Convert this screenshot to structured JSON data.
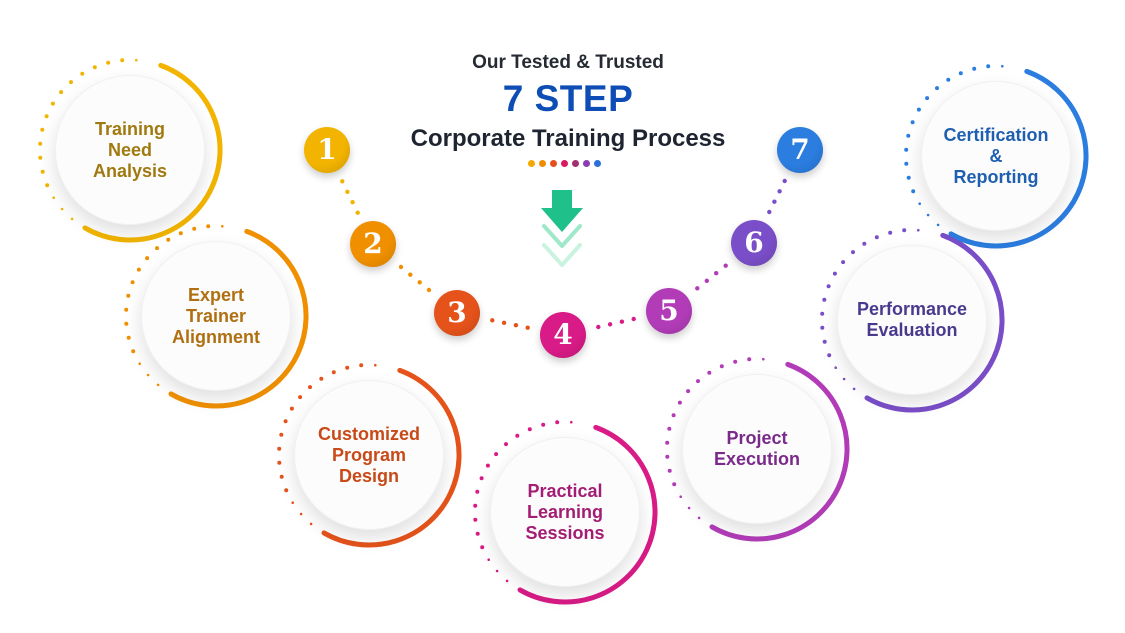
{
  "header": {
    "subtitle": "Our Tested & Trusted",
    "title": "7 STEP",
    "process": "Corporate Training Process",
    "dot_colors": [
      "#f5a800",
      "#f08c00",
      "#e3501e",
      "#d81b60",
      "#a0306e",
      "#8a3fb0",
      "#2b6fd8"
    ]
  },
  "steps": [
    {
      "number": "1",
      "label": "Training\nNeed\nAnalysis",
      "color": "#f2b400",
      "text_color": "#a07a10"
    },
    {
      "number": "2",
      "label": "Expert\nTrainer\nAlignment",
      "color": "#f09000",
      "text_color": "#b07010"
    },
    {
      "number": "3",
      "label": "Customized\nProgram\nDesign",
      "color": "#e5531a",
      "text_color": "#c84a18"
    },
    {
      "number": "4",
      "label": "Practical\nLearning\nSessions",
      "color": "#d81b86",
      "text_color": "#a31d74"
    },
    {
      "number": "5",
      "label": "Project\nExecution",
      "color": "#b23cb8",
      "text_color": "#7a2a8a"
    },
    {
      "number": "6",
      "label": "Performance\nEvaluation",
      "color": "#7a4ec8",
      "text_color": "#4a3a8e"
    },
    {
      "number": "7",
      "label": "Certification\n&\nReporting",
      "color": "#2b7de0",
      "text_color": "#1f5fb0"
    }
  ]
}
